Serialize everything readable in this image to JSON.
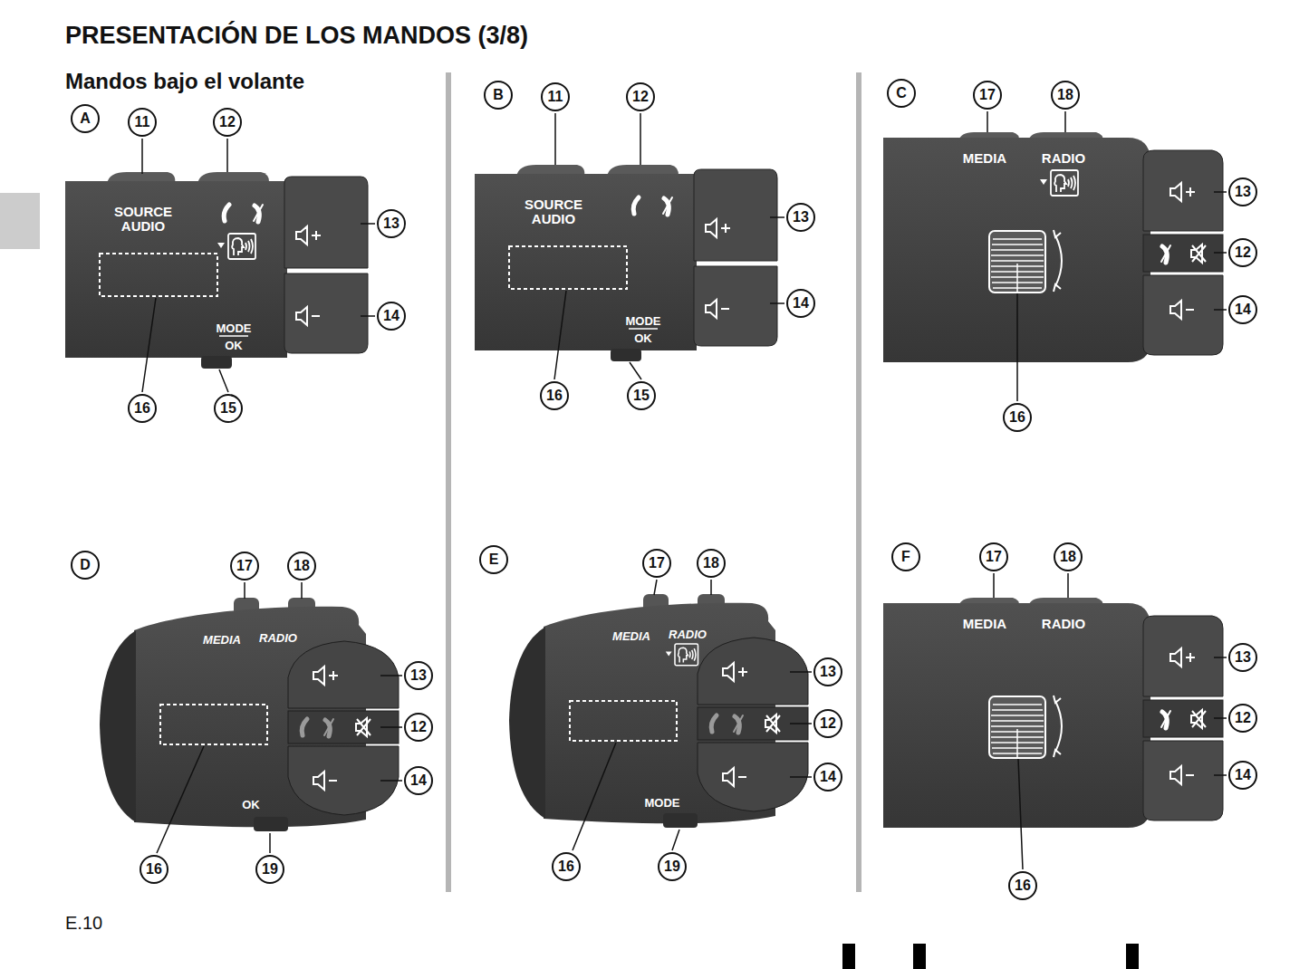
{
  "diagram": {
    "title": "PRESENTACIÓN DE LOS MANDOS (3/8)",
    "labels": [
      "Mandos bajo el volante",
      "A",
      "11",
      "12",
      "SOURCE AUDIO",
      "MODE",
      "OK",
      "13",
      "14",
      "16",
      "15",
      "B",
      "11",
      "12",
      "SOURCE AUDIO",
      "MODE",
      "OK",
      "13",
      "14",
      "16",
      "15",
      "C",
      "17",
      "18",
      "MEDIA",
      "RADIO",
      "13",
      "12",
      "14",
      "16",
      "D",
      "17",
      "18",
      "MEDIA",
      "RADIO",
      "13",
      "12",
      "14",
      "OK",
      "16",
      "19",
      "E",
      "17",
      "18",
      "MEDIA",
      "RADIO",
      "13",
      "12",
      "14",
      "MODE",
      "16",
      "19",
      "F",
      "17",
      "18",
      "MEDIA",
      "RADIO",
      "13",
      "12",
      "14",
      "16",
      "E.10"
    ]
  }
}
